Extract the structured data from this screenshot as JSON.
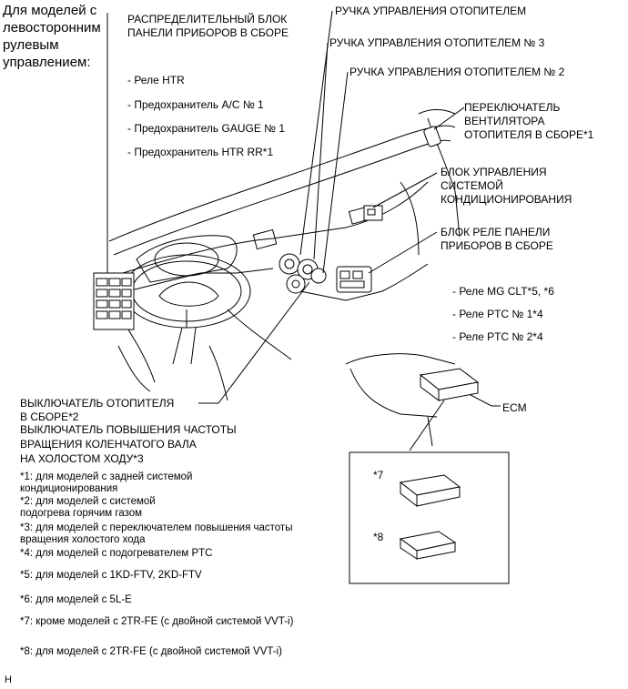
{
  "header_note": [
    "Для моделей с",
    "левосторонним",
    "рулевым",
    "управлением:"
  ],
  "labels": {
    "junction_block": [
      "РАСПРЕДЕЛИТЕЛЬНЫЙ БЛОК",
      "ПАНЕЛИ ПРИБОРОВ В СБОРЕ"
    ],
    "heater_knob": "РУЧКА УПРАВЛЕНИЯ ОТОПИТЕЛЕМ",
    "heater_knob_3": "РУЧКА УПРАВЛЕНИЯ ОТОПИТЕЛЕМ № 3",
    "heater_knob_2": "РУЧКА УПРАВЛЕНИЯ ОТОПИТЕЛЕМ № 2",
    "blower_switch": [
      "ПЕРЕКЛЮЧАТЕЛЬ",
      "ВЕНТИЛЯТОРА",
      "ОТОПИТЕЛЯ В СБОРЕ*1"
    ],
    "ac_ecu": [
      "БЛОК УПРАВЛЕНИЯ",
      "СИСТЕМОЙ",
      "КОНДИЦИОНИРОВАНИЯ"
    ],
    "relay_block": [
      "БЛОК РЕЛЕ ПАНЕЛИ",
      "ПРИБОРОВ В СБОРЕ"
    ],
    "heater_switch": [
      "ВЫКЛЮЧАТЕЛЬ ОТОПИТЕЛЯ",
      "В СБОРЕ*2"
    ],
    "idle_up_switch": [
      "ВЫКЛЮЧАТЕЛЬ ПОВЫШЕНИЯ ЧАСТОТЫ",
      "ВРАЩЕНИЯ КОЛЕНЧАТОГО ВАЛА",
      "НА ХОЛОСТОМ ХОДУ*3"
    ],
    "ecm": "ECM",
    "inset_7": "*7",
    "inset_8": "*8",
    "footer_mark": "H"
  },
  "junction_items": [
    "- Реле HTR",
    "- Предохранитель A/C № 1",
    "- Предохранитель GAUGE № 1",
    "- Предохранитель HTR RR*1"
  ],
  "relay_items": [
    "- Реле MG CLT*5, *6",
    "- Реле PTC № 1*4",
    "- Реле PTC № 2*4"
  ],
  "notes": [
    "*1: для моделей с задней системой",
    "кондиционирования",
    "*2: для моделей с системой",
    "подогрева горячим газом",
    "*3: для моделей с переключателем повышения частоты",
    "вращения холостого хода",
    "*4: для моделей с подогревателем PTC",
    "*5: для моделей с 1KD-FTV, 2KD-FTV",
    "*6: для моделей с 5L-E",
    "*7: кроме моделей с 2TR-FE (с двойной системой VVT-i)",
    "*8: для моделей с 2TR-FE (с двойной системой VVT-i)"
  ]
}
